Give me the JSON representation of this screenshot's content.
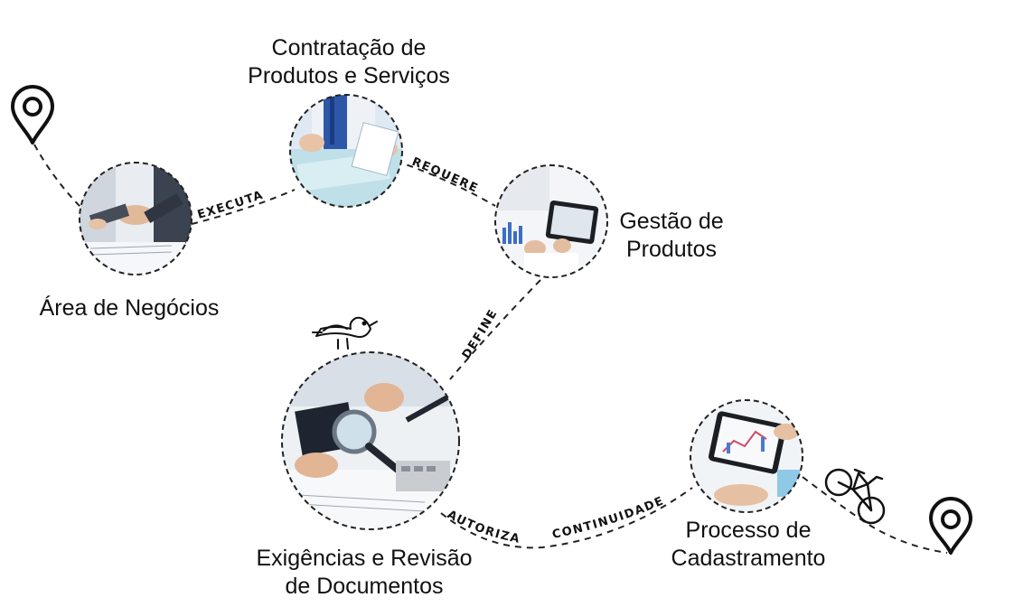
{
  "colors": {
    "path": "#222222",
    "text": "#111111",
    "background": "#ffffff"
  },
  "nodes": [
    {
      "id": "area",
      "label": "Área de Negócios",
      "image": "handshake"
    },
    {
      "id": "contratacao",
      "label_line1": "Contratação de",
      "label_line2": "Produtos e Serviços",
      "image": "documents"
    },
    {
      "id": "gestao",
      "label_line1": "Gestão de",
      "label_line2": "Produtos",
      "image": "tablet-chart"
    },
    {
      "id": "exigencias",
      "label_line1": "Exigências e Revisão",
      "label_line2": "de Documentos",
      "image": "magnifier-review"
    },
    {
      "id": "processo",
      "label_line1": "Processo de",
      "label_line2": "Cadastramento",
      "image": "tablet-report"
    }
  ],
  "edges": [
    {
      "from": "area",
      "to": "contratacao",
      "label": "EXECUTA"
    },
    {
      "from": "contratacao",
      "to": "gestao",
      "label": "REQUERE"
    },
    {
      "from": "gestao",
      "to": "exigencias",
      "label": "DEFINE"
    },
    {
      "from": "exigencias",
      "to": "processo",
      "label": "AUTORIZA"
    },
    {
      "from": "exigencias",
      "to": "processo",
      "label": "CONTINUIDADE"
    }
  ],
  "decorations": [
    "map-pin-icon",
    "bird-icon",
    "bicycle-icon",
    "map-pin-icon"
  ]
}
